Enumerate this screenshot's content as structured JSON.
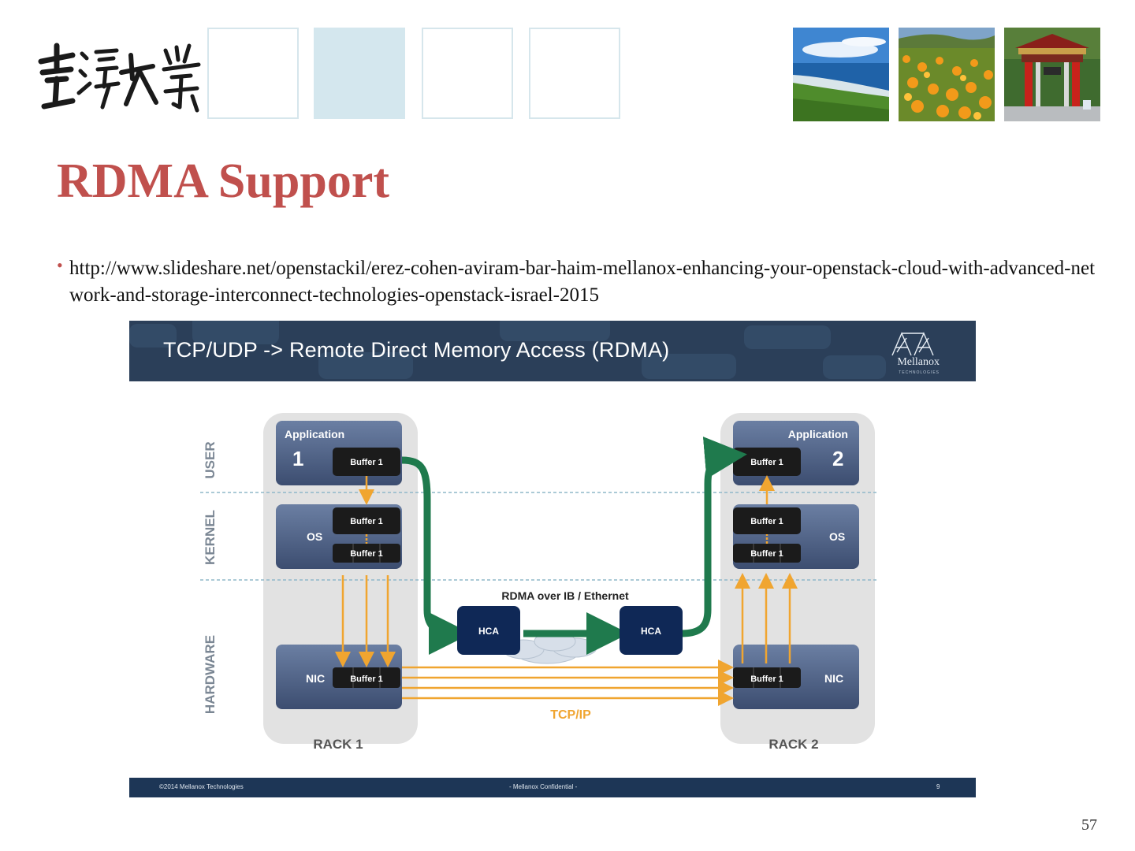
{
  "slide": {
    "title": "RDMA Support",
    "bullet_url": "http://www.slideshare.net/openstackil/erez-cohen-aviram-bar-haim-mellanox-enhancing-your-openstack-cloud-with-advanced-network-and-storage-interconnect-technologies-openstack-israel-2015",
    "page_number": "57",
    "colors": {
      "title": "#c0504d",
      "deco_box": "#d4e7ee"
    },
    "header_photos": [
      "coastline-photo",
      "lily-field-photo",
      "temple-gate-photo"
    ]
  },
  "figure": {
    "header_title": "TCP/UDP -> Remote Direct Memory Access (RDMA)",
    "brand": "Mellanox",
    "brand_sub": "TECHNOLOGIES",
    "footer_left": "©2014 Mellanox Technologies",
    "footer_center": "- Mellanox Confidential -",
    "footer_right": "9",
    "layers": [
      "USER",
      "KERNEL",
      "HARDWARE"
    ],
    "rack1": {
      "label": "RACK 1",
      "app_label": "Application",
      "app_number": "1",
      "os_label": "OS",
      "nic_label": "NIC",
      "buffer_label": "Buffer 1"
    },
    "rack2": {
      "label": "RACK 2",
      "app_label": "Application",
      "app_number": "2",
      "os_label": "OS",
      "nic_label": "NIC",
      "buffer_label": "Buffer 1"
    },
    "rdma_label": "RDMA over IB / Ethernet",
    "hca_label": "HCA",
    "tcpip_label": "TCP/IP",
    "colors": {
      "rdma_path": "#1f7a4d",
      "tcp_path": "#f0a530",
      "header": "#2b3f59",
      "footer": "#1d3656"
    }
  }
}
